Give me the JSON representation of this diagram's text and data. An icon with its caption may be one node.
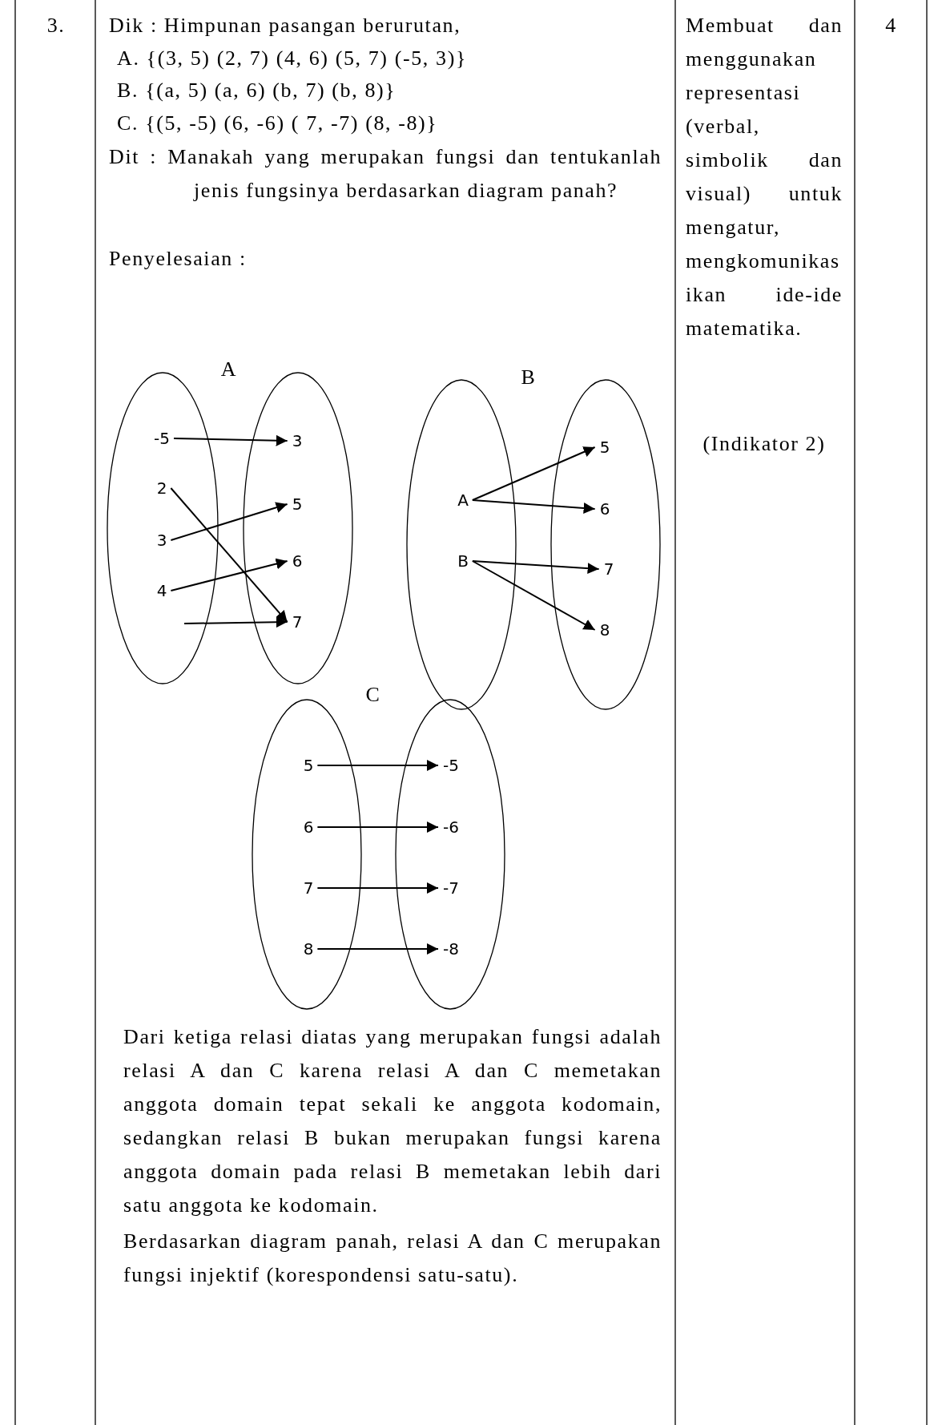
{
  "diagram": {
    "nodes": [
      {
        "text": [],
        "shape": "ellipse"
      },
      {
        "text": [],
        "shape": "ellipse"
      },
      {
        "text": [
          "-5"
        ],
        "in": 0
      },
      {
        "text": [
          "2"
        ],
        "in": 0
      },
      {
        "text": [
          "3"
        ],
        "in": 0
      },
      {
        "text": [
          "4"
        ],
        "in": 0
      },
      {
        "text": [
          "3"
        ],
        "in": 1
      },
      {
        "text": [
          "5"
        ],
        "in": 1
      },
      {
        "text": [
          "6"
        ],
        "in": 1
      },
      {
        "text": [
          "7"
        ],
        "in": 1
      },
      {
        "text": [],
        "shape": "ellipse"
      },
      {
        "text": [],
        "shape": "ellipse"
      },
      {
        "text": [
          "A"
        ],
        "in": 10
      },
      {
        "text": [
          "B"
        ],
        "in": 10
      },
      {
        "text": [
          "5"
        ],
        "in": 11
      },
      {
        "text": [
          "6"
        ],
        "in": 11
      },
      {
        "text": [
          "7"
        ],
        "in": 11
      },
      {
        "text": [
          "8"
        ],
        "in": 11
      },
      {
        "text": [],
        "shape": "ellipse"
      },
      {
        "text": [],
        "shape": "ellipse"
      },
      {
        "text": [
          "5"
        ],
        "in": 18
      },
      {
        "text": [
          "6"
        ],
        "in": 18
      },
      {
        "text": [
          "7"
        ],
        "in": 18
      },
      {
        "text": [
          "8"
        ],
        "in": 18
      },
      {
        "text": [
          "-5"
        ],
        "in": 19
      },
      {
        "text": [
          "-6"
        ],
        "in": 19
      },
      {
        "text": [
          "-7"
        ],
        "in": 19
      },
      {
        "text": [
          "-8"
        ],
        "in": 19
      }
    ],
    "edges": [
      {
        "from": 2,
        "to": 6,
        "arrow": "to"
      },
      {
        "from": 3,
        "to": 9,
        "arrow": "to"
      },
      {
        "from": 4,
        "to": 7,
        "arrow": "to"
      },
      {
        "from": 5,
        "to": 8,
        "arrow": "to"
      },
      {
        "from": 0,
        "to": 9,
        "arrow": "to"
      },
      {
        "from": 12,
        "to": 14,
        "arrow": "to"
      },
      {
        "from": 12,
        "to": 15,
        "arrow": "to"
      },
      {
        "from": 13,
        "to": 16,
        "arrow": "to"
      },
      {
        "from": 13,
        "to": 17,
        "arrow": "to"
      },
      {
        "from": 20,
        "to": 24,
        "arrow": "to"
      },
      {
        "from": 21,
        "to": 25,
        "arrow": "to"
      },
      {
        "from": 22,
        "to": 26,
        "arrow": "to"
      },
      {
        "from": 23,
        "to": 27,
        "arrow": "to"
      }
    ],
    "labels": [
      "3.",
      "Dik : Himpunan pasangan berurutan,",
      "A. {(3, 5) (2, 7) (4, 6) (5, 7) (-5, 3)}",
      "B. {(a, 5) (a, 6) (b, 7) (b, 8)}",
      "C. {(5, -5) (6, -6) ( 7, -7) (8, -8)}",
      "Dit : Manakah yang merupakan fungsi dan tentukanlah jenis fungsinya berdasarkan diagram panah?",
      "Penyelesaian :",
      "A",
      "B",
      "C",
      "Dari ketiga relasi diatas yang merupakan fungsi adalah relasi A dan C karena relasi A dan C memetakan anggota domain tepat sekali ke anggota kodomain, sedangkan relasi B bukan merupakan fungsi karena anggota domain pada relasi B memetakan lebih dari satu anggota ke kodomain.",
      "Berdasarkan diagram panah, relasi A dan C merupakan fungsi injektif (korespondensi satu-satu).",
      "Membuat dan menggunakan representasi (verbal, simbolik dan visual) untuk mengatur, mengkomunikasikan ide-ide matematika.",
      "(Indikator 2)",
      "4"
    ]
  }
}
